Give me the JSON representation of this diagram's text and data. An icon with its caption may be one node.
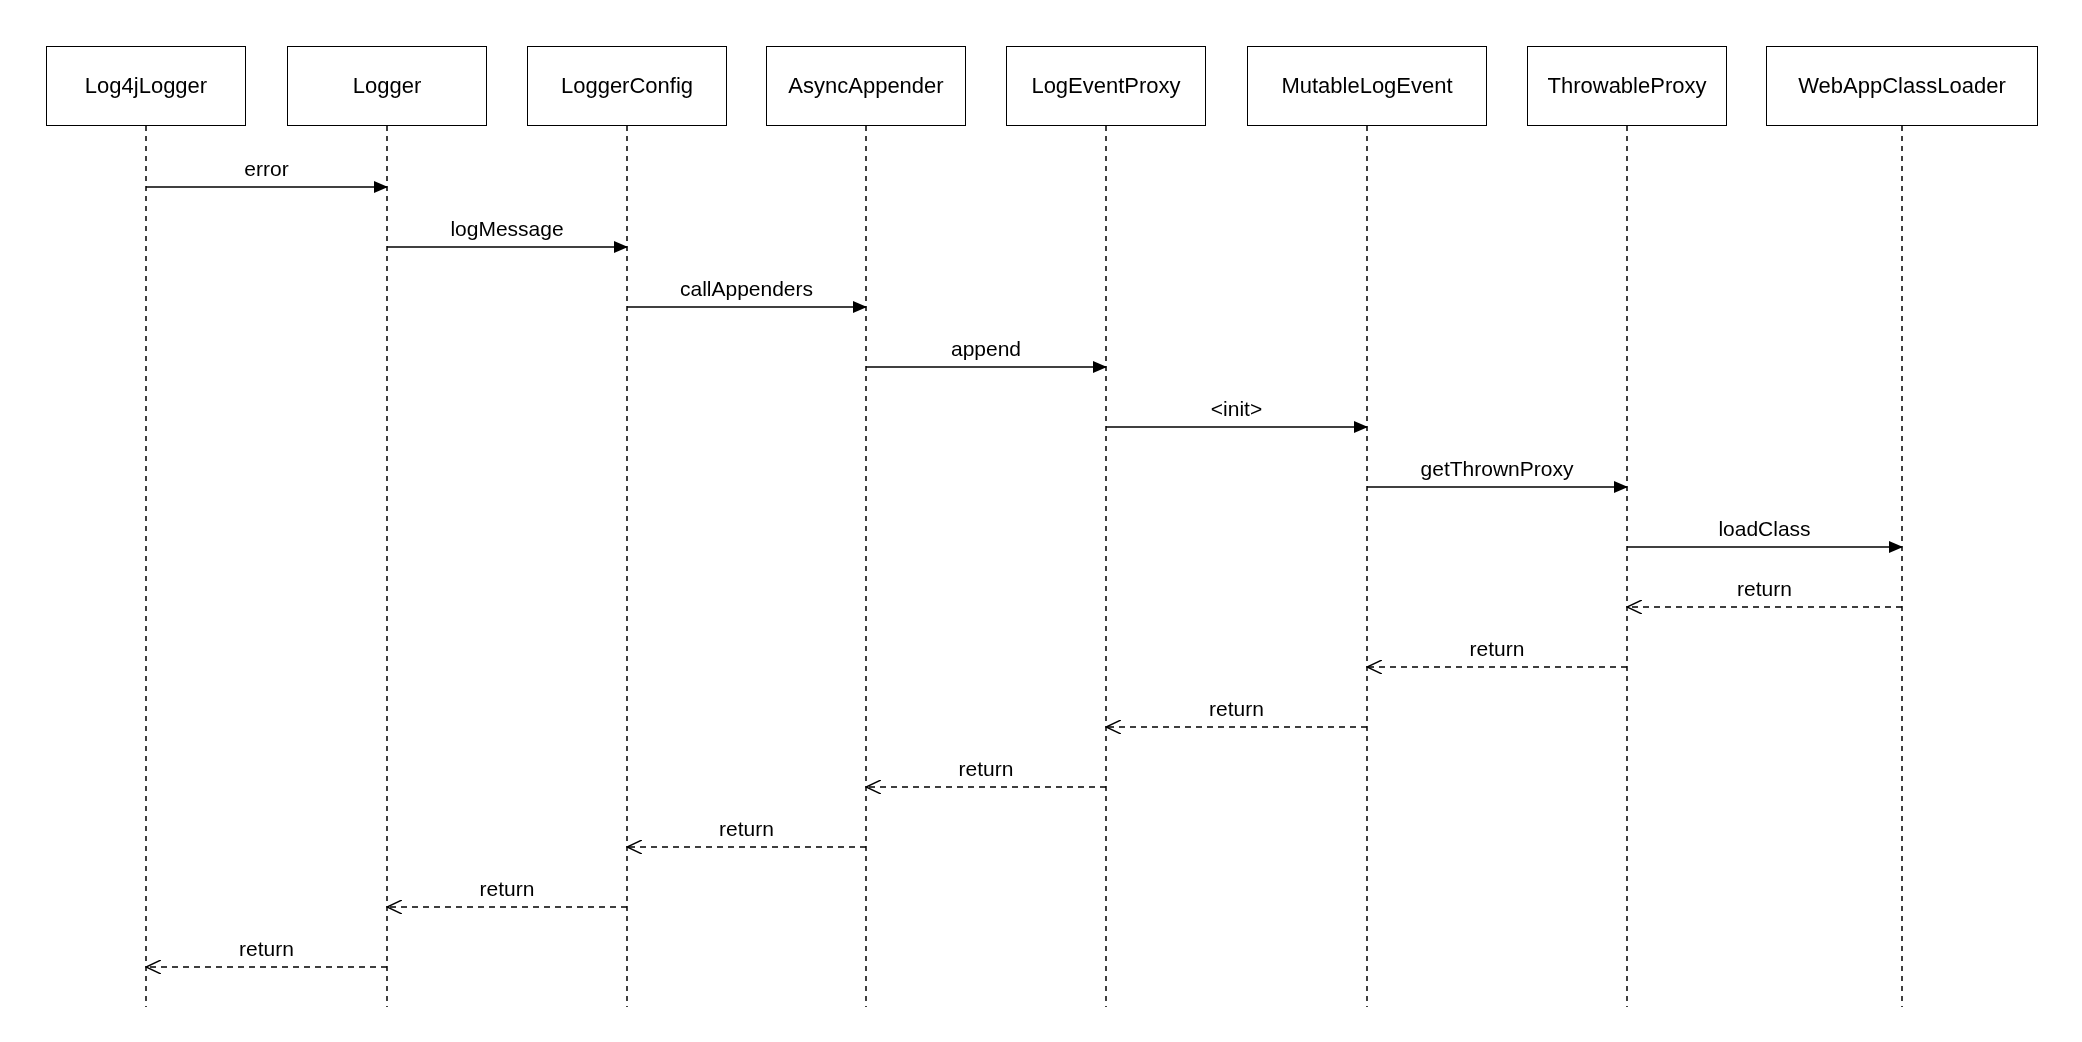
{
  "diagram": {
    "nodes": [
      {
        "text": [
          "Log4jLogger"
        ]
      },
      {
        "text": [
          "Logger"
        ]
      },
      {
        "text": [
          "LoggerConfig"
        ]
      },
      {
        "text": [
          "AsyncAppender"
        ]
      },
      {
        "text": [
          "LogEventProxy"
        ]
      },
      {
        "text": [
          "MutableLogEvent"
        ]
      },
      {
        "text": [
          "ThrowableProxy"
        ]
      },
      {
        "text": [
          "WebAppClassLoader"
        ]
      }
    ],
    "edges": [
      {
        "from": 0,
        "to": 1,
        "arrow": "to",
        "label": "error"
      },
      {
        "from": 1,
        "to": 2,
        "arrow": "to",
        "label": "logMessage"
      },
      {
        "from": 2,
        "to": 3,
        "arrow": "to",
        "label": "callAppenders"
      },
      {
        "from": 3,
        "to": 4,
        "arrow": "to",
        "label": "append"
      },
      {
        "from": 4,
        "to": 5,
        "arrow": "to",
        "label": "<init>"
      },
      {
        "from": 5,
        "to": 6,
        "arrow": "to",
        "label": "getThrownProxy"
      },
      {
        "from": 6,
        "to": 7,
        "arrow": "to",
        "label": "loadClass"
      },
      {
        "from": 7,
        "to": 6,
        "arrow": "to",
        "label": "return",
        "style": "dashed"
      },
      {
        "from": 6,
        "to": 5,
        "arrow": "to",
        "label": "return",
        "style": "dashed"
      },
      {
        "from": 5,
        "to": 4,
        "arrow": "to",
        "label": "return",
        "style": "dashed"
      },
      {
        "from": 4,
        "to": 3,
        "arrow": "to",
        "label": "return",
        "style": "dashed"
      },
      {
        "from": 3,
        "to": 2,
        "arrow": "to",
        "label": "return",
        "style": "dashed"
      },
      {
        "from": 2,
        "to": 1,
        "arrow": "to",
        "label": "return",
        "style": "dashed"
      },
      {
        "from": 1,
        "to": 0,
        "arrow": "to",
        "label": "return",
        "style": "dashed"
      }
    ]
  }
}
